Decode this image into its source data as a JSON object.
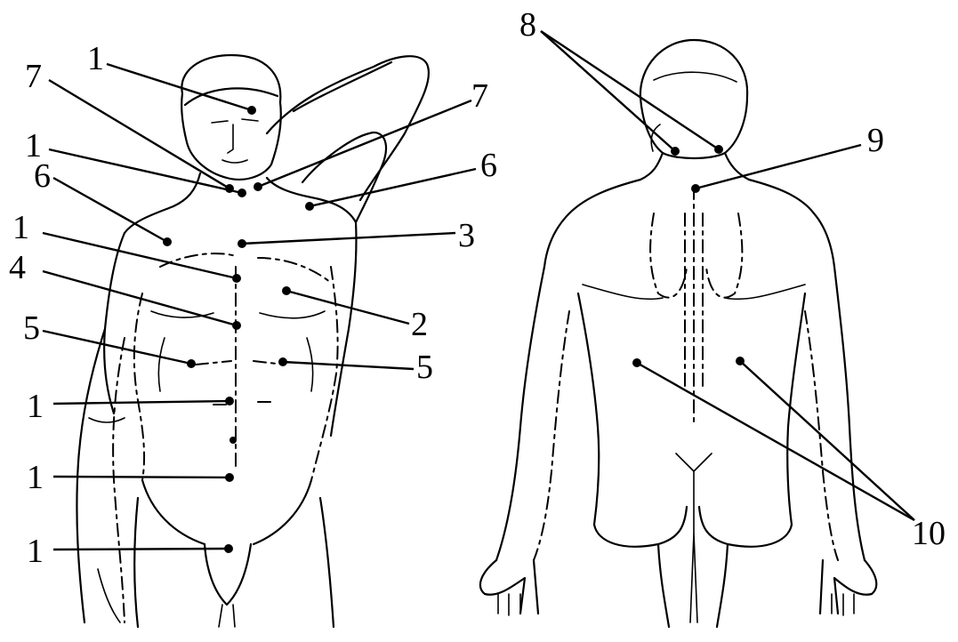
{
  "labels": {
    "front_navel_top": "1",
    "front_head_7_left": "7",
    "front_head_7_right": "7",
    "front_neck_1": "1",
    "front_shoulder_6_left": "6",
    "front_shoulder_6_right": "6",
    "front_sternum_1": "1",
    "front_sternum_3": "3",
    "front_xiphoid_4": "4",
    "front_chest_2": "2",
    "front_ribs_5_left": "5",
    "front_ribs_5_right": "5",
    "front_abdomen_1_upper": "1",
    "front_abdomen_1_lower": "1",
    "front_pubis_1": "1",
    "back_neck_8": "8",
    "back_spine_9": "9",
    "back_lumbar_10": "10"
  }
}
